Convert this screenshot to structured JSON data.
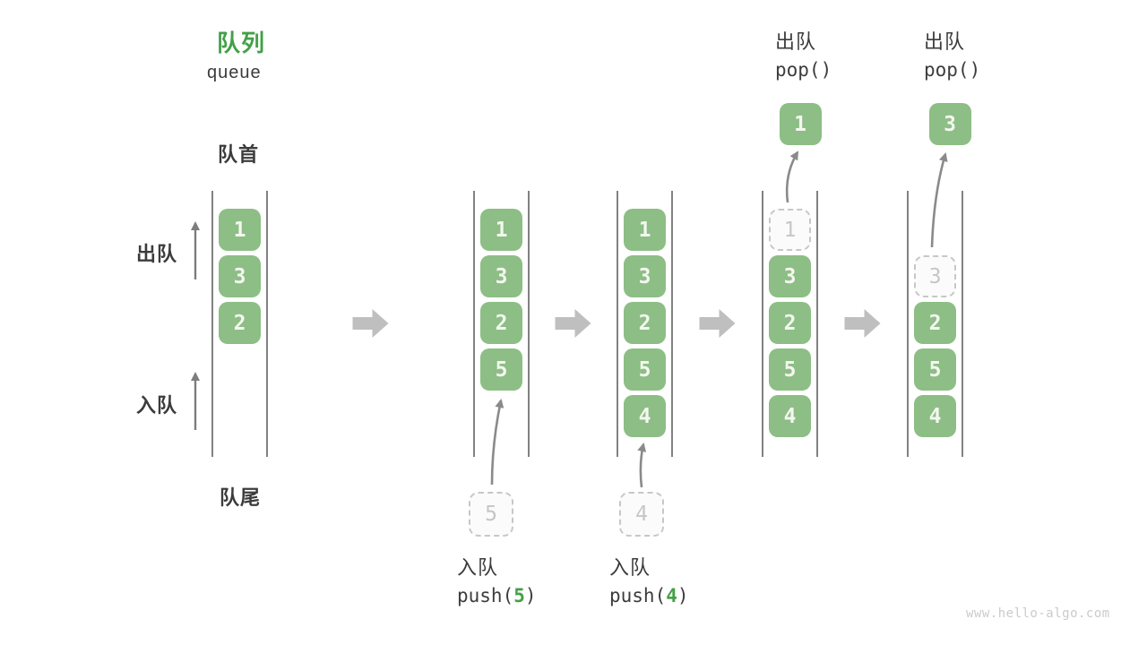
{
  "title": {
    "zh": "队列",
    "en": "queue"
  },
  "side_labels": {
    "front": "队首",
    "rear": "队尾",
    "dequeue": "出队",
    "enqueue": "入队"
  },
  "watermark": "www.hello-algo.com",
  "colors": {
    "accent_green": "#43a047",
    "box_green": "#8dbe85",
    "dashed_gray": "#c7c7c7",
    "flow_arrow_gray": "#bfbfbf",
    "line_gray": "#4c4c4c",
    "arrow_gray": "#8a8a8a"
  },
  "columns": [
    {
      "name": "state-initial",
      "cells": [
        {
          "value": "1",
          "slot": 0,
          "style": "solid"
        },
        {
          "value": "3",
          "slot": 1,
          "style": "solid"
        },
        {
          "value": "2",
          "slot": 2,
          "style": "solid"
        }
      ]
    },
    {
      "name": "state-after-push-5",
      "cells": [
        {
          "value": "1",
          "slot": 0,
          "style": "solid"
        },
        {
          "value": "3",
          "slot": 1,
          "style": "solid"
        },
        {
          "value": "2",
          "slot": 2,
          "style": "solid"
        },
        {
          "value": "5",
          "slot": 3,
          "style": "solid"
        }
      ],
      "operation": {
        "type": "push",
        "label": "入队",
        "code_before": "push(",
        "arg": "5",
        "code_after": ")",
        "staging_value": "5"
      }
    },
    {
      "name": "state-after-push-4",
      "cells": [
        {
          "value": "1",
          "slot": 0,
          "style": "solid"
        },
        {
          "value": "3",
          "slot": 1,
          "style": "solid"
        },
        {
          "value": "2",
          "slot": 2,
          "style": "solid"
        },
        {
          "value": "5",
          "slot": 3,
          "style": "solid"
        },
        {
          "value": "4",
          "slot": 4,
          "style": "solid"
        }
      ],
      "operation": {
        "type": "push",
        "label": "入队",
        "code_before": "push(",
        "arg": "4",
        "code_after": ")",
        "staging_value": "4"
      }
    },
    {
      "name": "state-pop-1",
      "cells": [
        {
          "value": "1",
          "slot": 0,
          "style": "dashed"
        },
        {
          "value": "3",
          "slot": 1,
          "style": "solid"
        },
        {
          "value": "2",
          "slot": 2,
          "style": "solid"
        },
        {
          "value": "5",
          "slot": 3,
          "style": "solid"
        },
        {
          "value": "4",
          "slot": 4,
          "style": "solid"
        }
      ],
      "operation": {
        "type": "pop",
        "label": "出队",
        "code": "pop()",
        "popped_value": "1"
      }
    },
    {
      "name": "state-pop-3",
      "cells": [
        {
          "value": "3",
          "slot": 1,
          "style": "dashed"
        },
        {
          "value": "2",
          "slot": 2,
          "style": "solid"
        },
        {
          "value": "5",
          "slot": 3,
          "style": "solid"
        },
        {
          "value": "4",
          "slot": 4,
          "style": "solid"
        }
      ],
      "operation": {
        "type": "pop",
        "label": "出队",
        "code": "pop()",
        "popped_value": "3"
      }
    }
  ]
}
